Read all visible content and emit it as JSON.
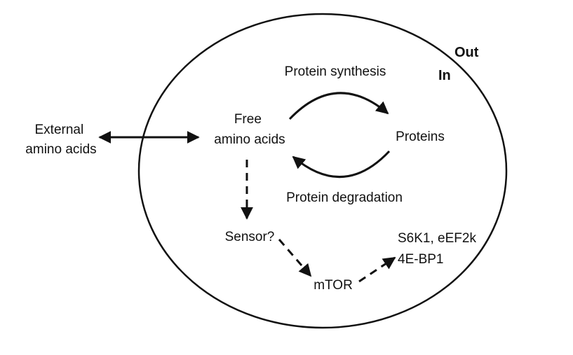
{
  "diagram": {
    "boundary": {
      "out_label": "Out",
      "in_label": "In"
    },
    "external": {
      "line1": "External",
      "line2": "amino acids"
    },
    "free": {
      "line1": "Free",
      "line2": "amino acids"
    },
    "synthesis_label": "Protein synthesis",
    "proteins_label": "Proteins",
    "degradation_label": "Protein degradation",
    "sensor_label": "Sensor?",
    "mtor_label": "mTOR",
    "targets": {
      "line1": "S6K1, eEF2k",
      "line2": "4E-BP1"
    }
  }
}
